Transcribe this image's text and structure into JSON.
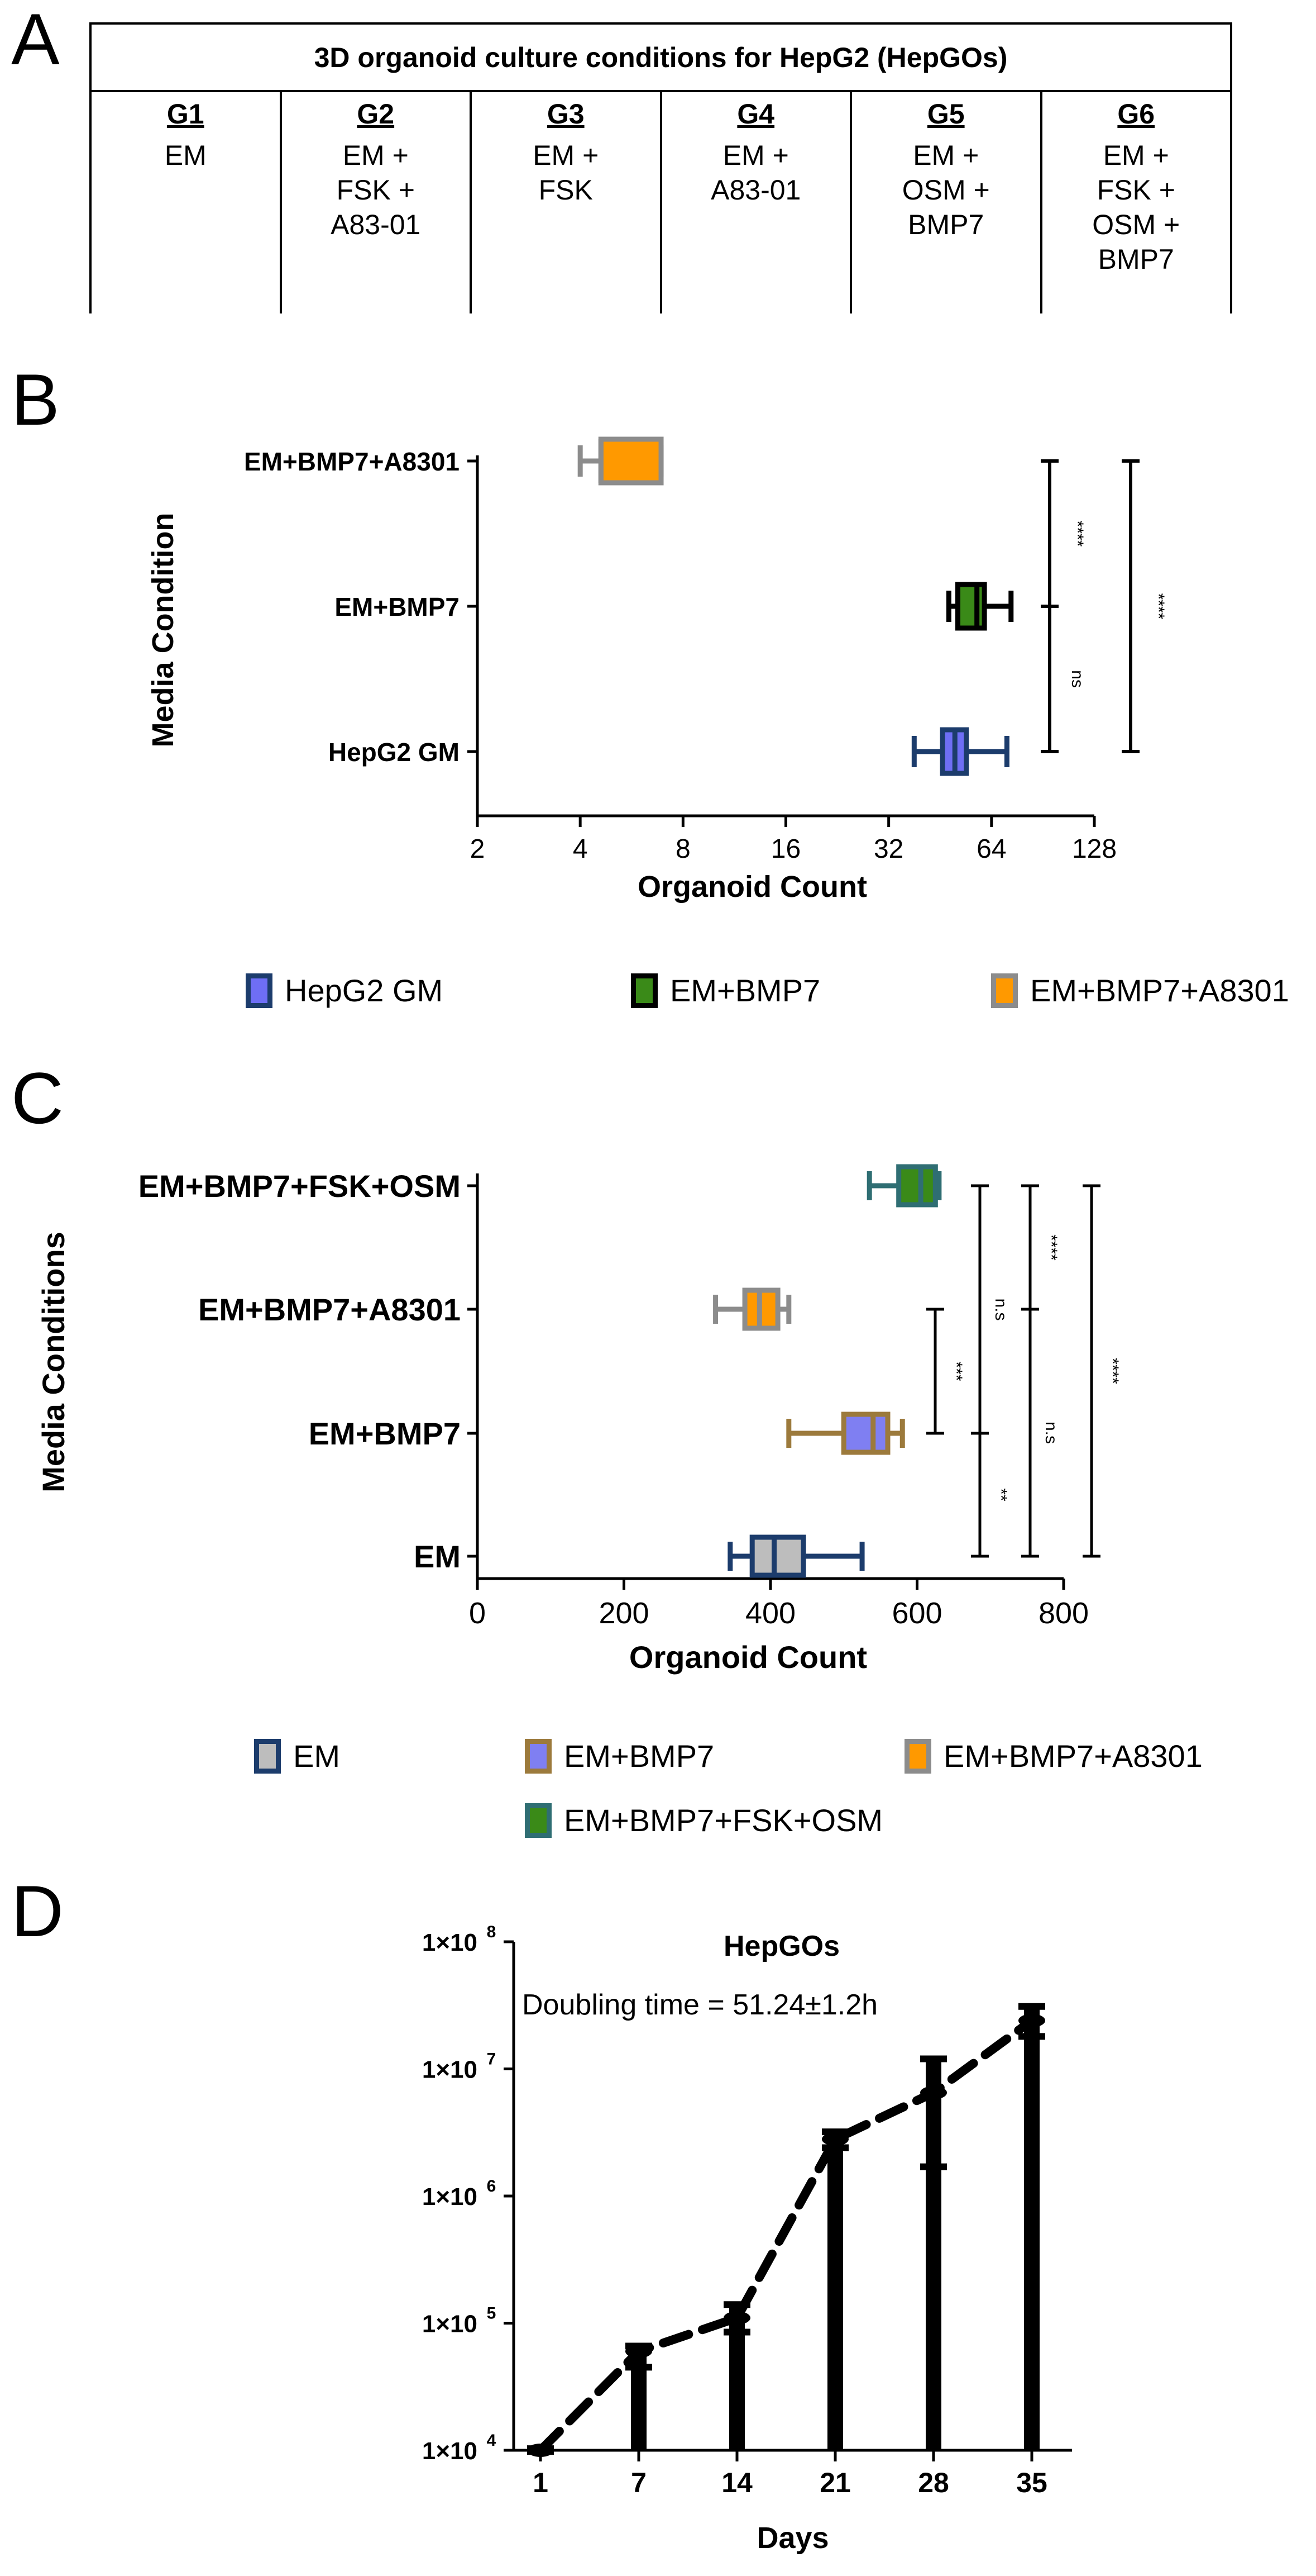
{
  "panels": {
    "A": "A",
    "B": "B",
    "C": "C",
    "D": "D"
  },
  "tableA": {
    "title": "3D organoid culture conditions for HepG2 (HepGOs)",
    "groups": [
      {
        "name": "G1",
        "text": "EM"
      },
      {
        "name": "G2",
        "text": "EM +\nFSK +\nA83-01"
      },
      {
        "name": "G3",
        "text": "EM +\nFSK"
      },
      {
        "name": "G4",
        "text": "EM +\nA83-01"
      },
      {
        "name": "G5",
        "text": "EM +\nOSM +\nBMP7"
      },
      {
        "name": "G6",
        "text": "EM +\nFSK +\nOSM +\nBMP7"
      }
    ]
  },
  "chart_data": [
    {
      "id": "B",
      "type": "boxplot",
      "orientation": "horizontal",
      "xlabel": "Organoid Count",
      "ylabel": "Media Condition",
      "xscale": "log2",
      "xlim": [
        2,
        128
      ],
      "xticks": [
        "2",
        "4",
        "8",
        "16",
        "32",
        "64",
        "128"
      ],
      "categories": [
        "EM+BMP7+A8301",
        "EM+BMP7",
        "HepG2 GM"
      ],
      "boxes": [
        {
          "name": "EM+BMP7+A8301",
          "min": 4,
          "q1": 4.6,
          "median": 4.6,
          "q3": 6.9,
          "max": 6.9,
          "fill": "#ff9900",
          "stroke": "#8c8c8c"
        },
        {
          "name": "EM+BMP7",
          "min": 48,
          "q1": 51,
          "median": 58,
          "q3": 61,
          "max": 73,
          "fill": "#3a8a18",
          "stroke": "#000000"
        },
        {
          "name": "HepG2 GM",
          "min": 38,
          "q1": 46,
          "median": 50,
          "q3": 54,
          "max": 71,
          "fill": "#6e6ef5",
          "stroke": "#1c3c6c"
        }
      ],
      "significance": [
        {
          "label": "****",
          "from": "EM+BMP7+A8301",
          "to": "EM+BMP7"
        },
        {
          "label": "ns",
          "from": "EM+BMP7",
          "to": "HepG2 GM"
        },
        {
          "label": "****",
          "from": "EM+BMP7+A8301",
          "to": "HepG2 GM"
        }
      ],
      "legend": [
        {
          "label": "HepG2 GM",
          "fill": "#6e6ef5",
          "stroke": "#1c3c6c"
        },
        {
          "label": "EM+BMP7",
          "fill": "#3a8a18",
          "stroke": "#000000"
        },
        {
          "label": "EM+BMP7+A8301",
          "fill": "#ff9900",
          "stroke": "#8c8c8c"
        }
      ]
    },
    {
      "id": "C",
      "type": "boxplot",
      "orientation": "horizontal",
      "xlabel": "Organoid Count",
      "ylabel": "Media Conditions",
      "xlim": [
        0,
        800
      ],
      "xticks": [
        "0",
        "200",
        "400",
        "600",
        "800"
      ],
      "categories": [
        "EM+BMP7+FSK+OSM",
        "EM+BMP7+A8301",
        "EM+BMP7",
        "EM"
      ],
      "boxes": [
        {
          "name": "EM+BMP7+FSK+OSM",
          "min": 535,
          "q1": 575,
          "median": 605,
          "q3": 625,
          "max": 630,
          "fill": "#3a8a18",
          "stroke": "#2f6e73"
        },
        {
          "name": "EM+BMP7+A8301",
          "min": 325,
          "q1": 365,
          "median": 385,
          "q3": 410,
          "max": 425,
          "fill": "#ff9900",
          "stroke": "#8c8c8c"
        },
        {
          "name": "EM+BMP7",
          "min": 425,
          "q1": 500,
          "median": 540,
          "q3": 560,
          "max": 580,
          "fill": "#7f7ff2",
          "stroke": "#9c7a3c"
        },
        {
          "name": "EM",
          "min": 345,
          "q1": 375,
          "median": 405,
          "q3": 445,
          "max": 525,
          "fill": "#bdbdbd",
          "stroke": "#1c3c6c"
        }
      ],
      "significance": [
        {
          "label": "***",
          "from": "EM+BMP7+A8301",
          "to": "EM+BMP7"
        },
        {
          "label": "n.s",
          "from": "EM+BMP7+FSK+OSM",
          "to": "EM+BMP7"
        },
        {
          "label": "**",
          "from": "EM+BMP7",
          "to": "EM"
        },
        {
          "label": "****",
          "from": "EM+BMP7+FSK+OSM",
          "to": "EM+BMP7+A8301"
        },
        {
          "label": "n.s",
          "from": "EM+BMP7+A8301",
          "to": "EM"
        },
        {
          "label": "****",
          "from": "EM+BMP7+FSK+OSM",
          "to": "EM"
        }
      ],
      "legend": [
        {
          "label": "EM",
          "fill": "#bdbdbd",
          "stroke": "#1c3c6c"
        },
        {
          "label": "EM+BMP7",
          "fill": "#7f7ff2",
          "stroke": "#9c7a3c"
        },
        {
          "label": "EM+BMP7+A8301",
          "fill": "#ff9900",
          "stroke": "#8c8c8c"
        },
        {
          "label": "EM+BMP7+FSK+OSM",
          "fill": "#3a8a18",
          "stroke": "#2f6e73"
        }
      ]
    },
    {
      "id": "D",
      "type": "line",
      "title": "HepGOs",
      "annotation": "Doubling time = 51.24±1.2h",
      "xlabel": "Days",
      "yscale": "log10",
      "ylim": [
        10000,
        100000000
      ],
      "yticks": [
        "1×10",
        "1×10",
        "1×10",
        "1×10",
        "1×10"
      ],
      "ytick_exps": [
        "4",
        "5",
        "6",
        "7",
        "8"
      ],
      "categories": [
        "1",
        "7",
        "14",
        "21",
        "28",
        "35"
      ],
      "mean": [
        10000,
        60000,
        110000,
        2800000,
        6500000,
        24000000
      ],
      "err_low": [
        9800,
        45000,
        85000,
        2400000,
        1700000,
        18000000
      ],
      "err_high": [
        10300,
        66000,
        140000,
        3200000,
        12000000,
        31000000
      ],
      "style": "dashed"
    }
  ]
}
